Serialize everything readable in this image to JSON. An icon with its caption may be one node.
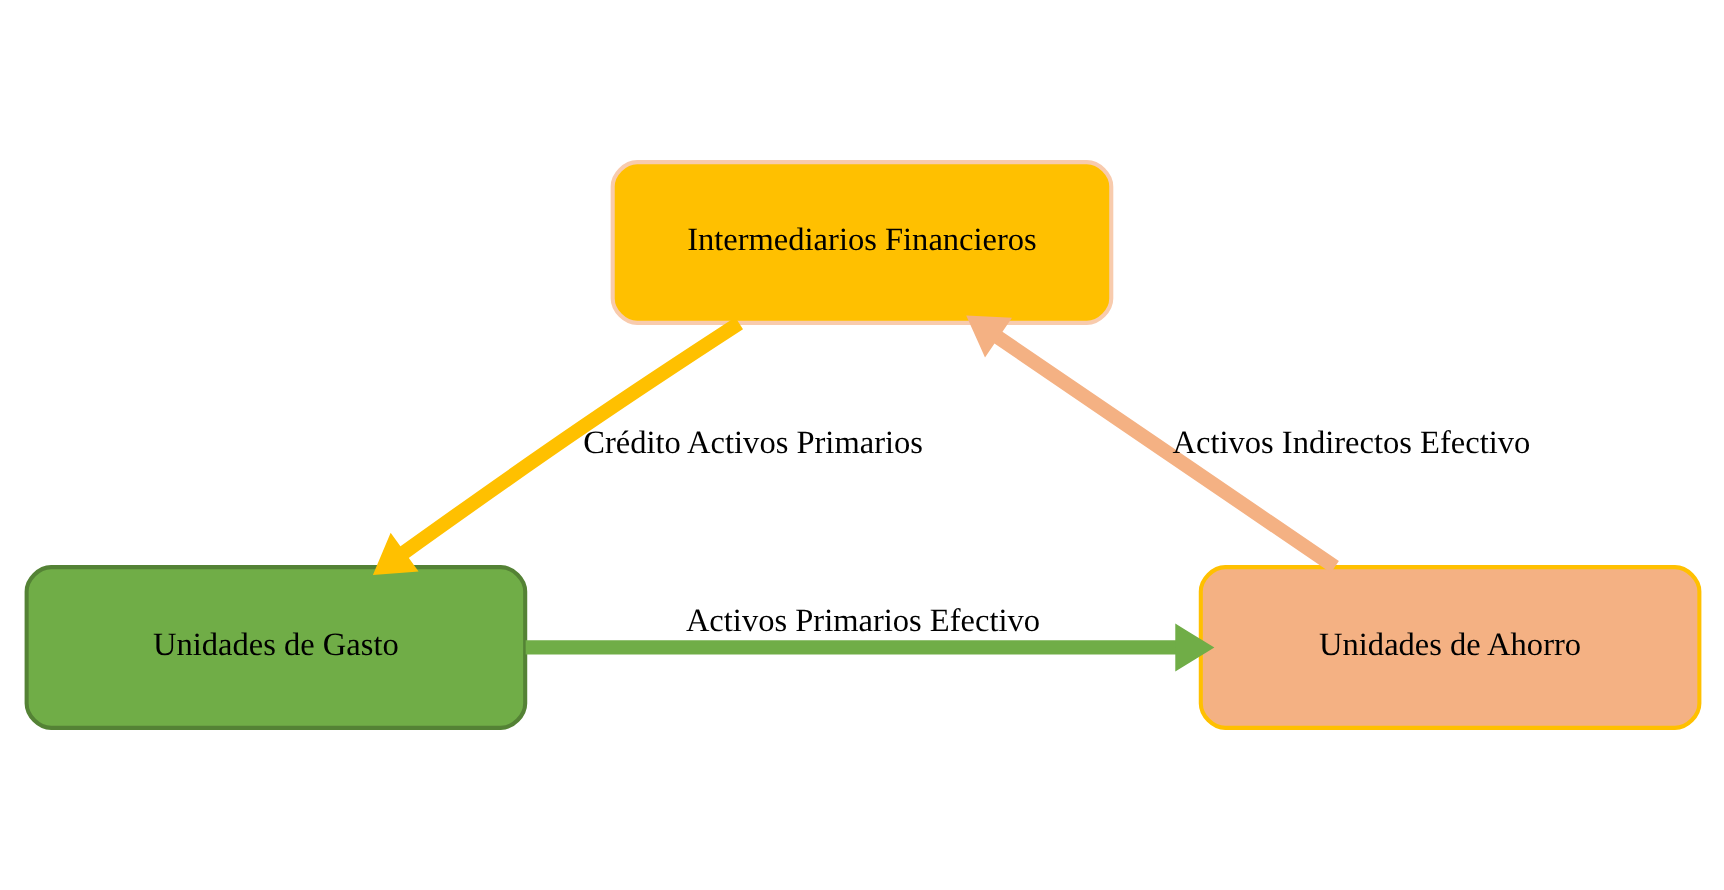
{
  "diagram": {
    "nodes": [
      {
        "text": [
          "Intermediarios Financieros"
        ]
      },
      {
        "text": [
          "Unidades de Ahorro"
        ]
      },
      {
        "text": [
          "Unidades de Gasto"
        ]
      }
    ],
    "edges": [
      {
        "from": 1,
        "to": 0,
        "arrow": "to",
        "label": "Activos Indirectos Efectivo",
        "color": "#f4b183"
      },
      {
        "from": 0,
        "to": 2,
        "arrow": "to",
        "label": "Crédito Activos Primarios",
        "color": "#ffc000"
      },
      {
        "from": 2,
        "to": 1,
        "arrow": "to",
        "label": "Activos Primarios Efectivo",
        "color": "#70ad47"
      }
    ]
  }
}
